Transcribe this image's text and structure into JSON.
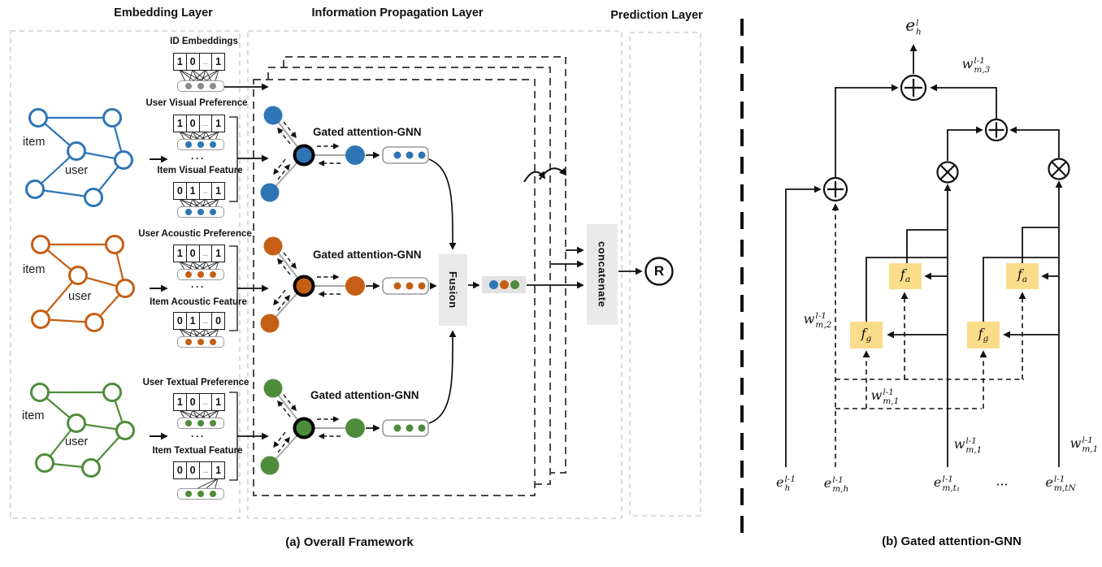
{
  "panel_a": {
    "headers": {
      "embedding": "Embedding Layer",
      "propagation": "Information Propagation Layer",
      "prediction": "Prediction Layer"
    },
    "caption": "(a) Overall Framework",
    "graphs": {
      "visual": {
        "item_label": "item",
        "user_label": "user"
      },
      "acoustic": {
        "item_label": "item",
        "user_label": "user"
      },
      "textual": {
        "item_label": "item",
        "user_label": "user"
      }
    },
    "embeddings": {
      "id": {
        "title": "ID Embeddings",
        "cells": [
          "1",
          "0",
          "...",
          "1"
        ]
      },
      "user_visual": {
        "title": "User Visual Preference",
        "cells": [
          "1",
          "0",
          "...",
          "1"
        ]
      },
      "item_visual": {
        "title": "Item Visual Feature",
        "cells": [
          "0",
          "1",
          "...",
          "1"
        ]
      },
      "user_acoustic": {
        "title": "User Acoustic Preference",
        "cells": [
          "1",
          "0",
          "...",
          "1"
        ]
      },
      "item_acoustic": {
        "title": "Item Acoustic Feature",
        "cells": [
          "0",
          "1",
          "...",
          "0"
        ]
      },
      "user_textual": {
        "title": "User Textual Preference",
        "cells": [
          "1",
          "0",
          "...",
          "1"
        ]
      },
      "item_textual": {
        "title": "Item Textual Feature",
        "cells": [
          "0",
          "0",
          "...",
          "1"
        ]
      },
      "ellipsis": "···"
    },
    "gnn_label": "Gated attention-GNN",
    "fusion_label": "Fusion",
    "concatenate_label": "concatenate",
    "r_label": "R"
  },
  "panel_b": {
    "caption": "(b) Gated attention-GNN",
    "math": {
      "e_h_l": {
        "base": "e",
        "sup": "l",
        "sub": "h"
      },
      "w_m3": {
        "base": "w",
        "sup": "l-1",
        "sub": "m,3"
      },
      "w_m2": {
        "base": "w",
        "sup": "l-1",
        "sub": "m,2"
      },
      "w_m1": {
        "base": "w",
        "sup": "l-1",
        "sub": "m,1"
      },
      "e_h_prev": {
        "base": "e",
        "sup": "l-1",
        "sub": "h"
      },
      "e_mh_prev": {
        "base": "e",
        "sup": "l-1",
        "sub": "m,h"
      },
      "e_mt1_prev": {
        "base": "e",
        "sup": "l-1",
        "sub": "m,t₁"
      },
      "e_mtN_prev": {
        "base": "e",
        "sup": "l-1",
        "sub": "m,tN"
      },
      "f_a": {
        "base": "f",
        "sub": "a"
      },
      "f_g": {
        "base": "f",
        "sub": "g"
      },
      "dots": "···"
    }
  },
  "colors": {
    "blue": "#2E75B6",
    "orange": "#C55F15",
    "green": "#4E8C3B",
    "gray_dot": "#8C8C8C",
    "panel_box": "#E9E9E9",
    "f_box": "#FBDC8A"
  }
}
